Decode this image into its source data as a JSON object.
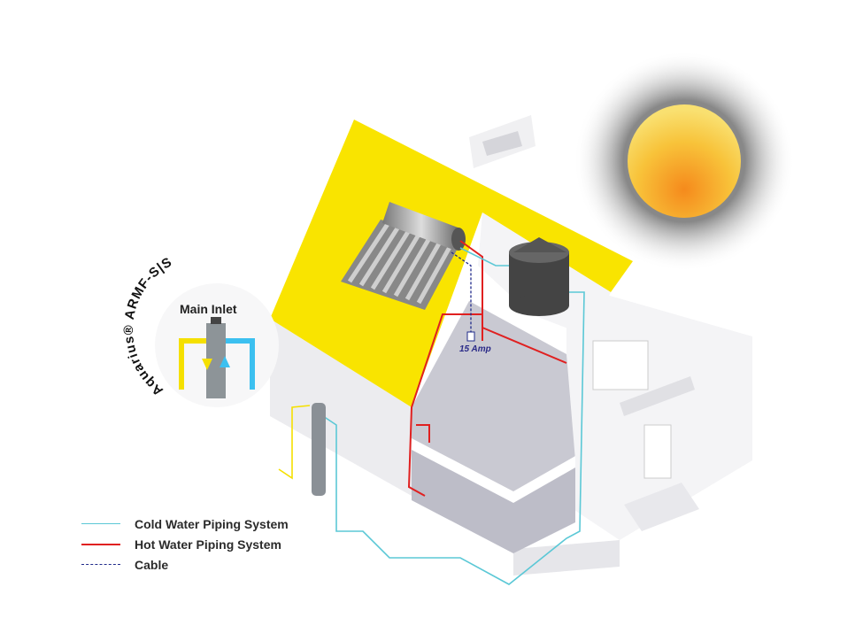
{
  "product": {
    "brand_label": "Aquarius® ARMF-S|S",
    "inlet_label": "Main Inlet"
  },
  "breaker": {
    "label": "15 Amp"
  },
  "legend": [
    {
      "label": "Cold Water Piping System",
      "color": "#5bc8d6",
      "style": "solid"
    },
    {
      "label": "Hot Water Piping System",
      "color": "#e02020",
      "style": "solid"
    },
    {
      "label": "Cable",
      "color": "#1f2a8a",
      "style": "dashed"
    }
  ],
  "colors": {
    "roof": "#f9e400",
    "sun": "#f7b52a",
    "wall": "#f2f2f4"
  }
}
